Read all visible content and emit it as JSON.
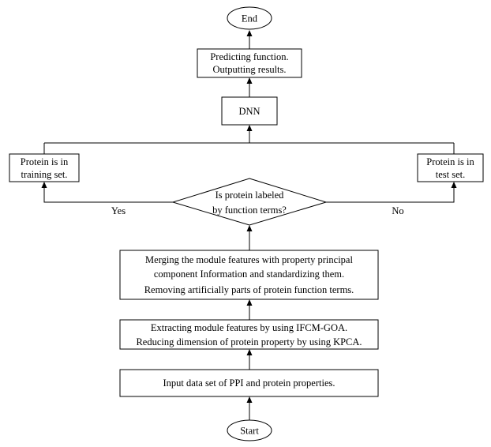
{
  "nodes": {
    "end": {
      "lines": [
        "End"
      ]
    },
    "predict": {
      "lines": [
        "Predicting function.",
        "Outputting results."
      ]
    },
    "dnn": {
      "lines": [
        "DNN"
      ]
    },
    "train": {
      "lines": [
        "Protein is in",
        "training set."
      ]
    },
    "test": {
      "lines": [
        "Protein is in",
        "test set."
      ]
    },
    "decision": {
      "lines": [
        "Is protein labeled",
        "by function terms?"
      ]
    },
    "merge": {
      "lines": [
        "Merging the module features with property principal",
        "component Information and standardizing them.",
        "Removing artificially parts of protein function terms."
      ]
    },
    "extract": {
      "lines": [
        "Extracting module features by using IFCM-GOA.",
        "Reducing dimension of protein property by using KPCA."
      ]
    },
    "input": {
      "lines": [
        "Input data set of PPI and protein properties."
      ]
    },
    "start": {
      "lines": [
        "Start"
      ]
    }
  },
  "edges": {
    "yes_label": "Yes",
    "no_label": "No"
  }
}
